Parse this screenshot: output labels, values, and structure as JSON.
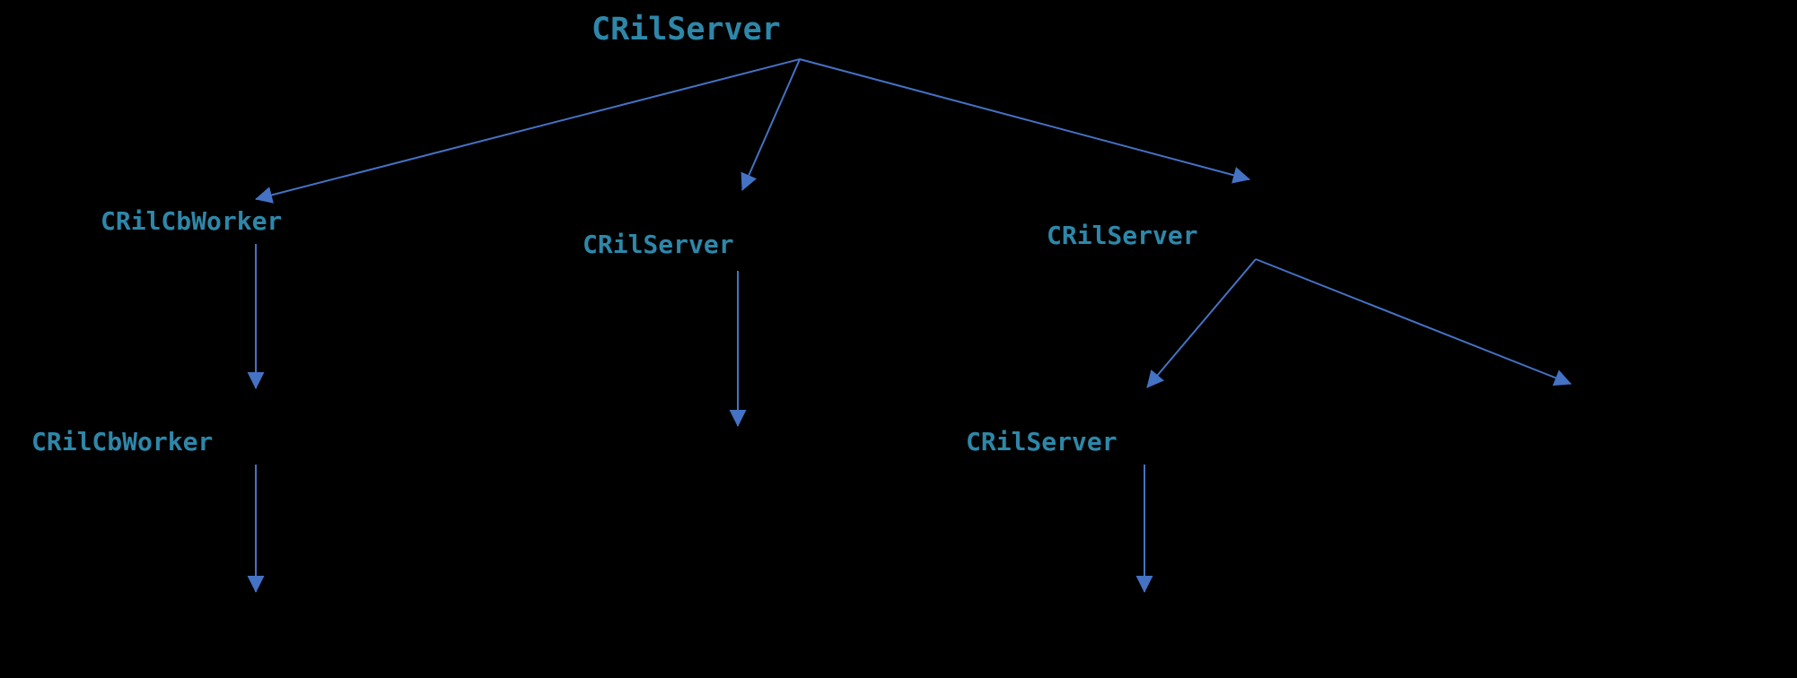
{
  "diagram": {
    "type": "tree",
    "colors": {
      "background": "#000000",
      "node_label": "#2E87A9",
      "arrow": "#4472C4"
    },
    "nodes": [
      {
        "id": "root",
        "label": "CRilServer",
        "level": 0
      },
      {
        "id": "left-worker",
        "label": "CRilCbWorker",
        "level": 1
      },
      {
        "id": "middle-server",
        "label": "CRilServer",
        "level": 1
      },
      {
        "id": "right-server",
        "label": "CRilServer",
        "level": 1
      },
      {
        "id": "left-worker-child",
        "label": "CRilCbWorker",
        "level": 2
      },
      {
        "id": "right-server-child",
        "label": "CRilServer",
        "level": 2
      }
    ],
    "edges": [
      {
        "from": "root",
        "to": "left-worker"
      },
      {
        "from": "root",
        "to": "middle-server"
      },
      {
        "from": "root",
        "to": "right-server"
      },
      {
        "from": "left-worker",
        "to": "left-worker-child"
      },
      {
        "from": "left-worker-child",
        "to": null
      },
      {
        "from": "middle-server",
        "to": null
      },
      {
        "from": "right-server",
        "to": "right-server-child"
      },
      {
        "from": "right-server",
        "to": null
      },
      {
        "from": "right-server-child",
        "to": null
      }
    ]
  }
}
